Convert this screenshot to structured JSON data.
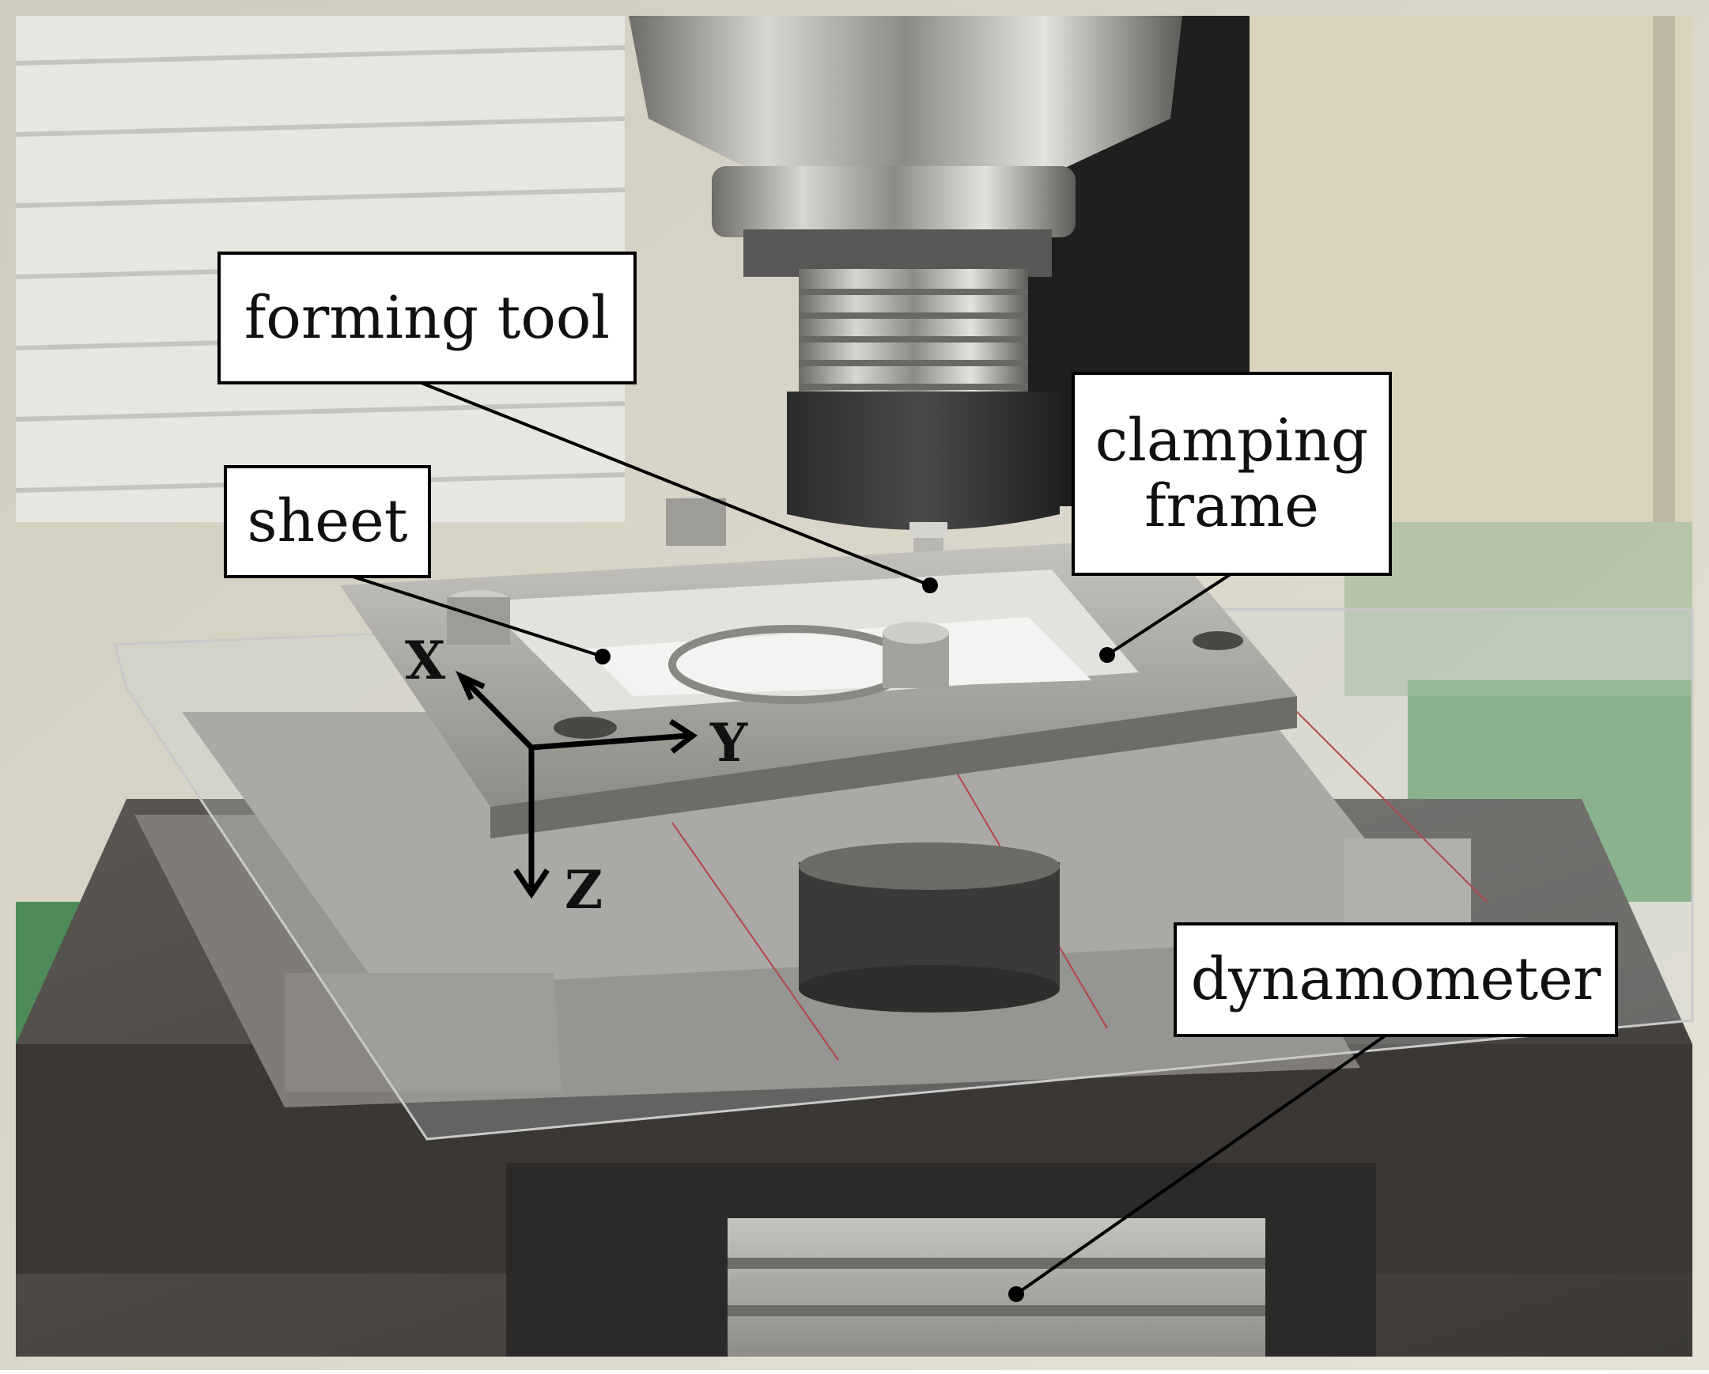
{
  "labels": {
    "forming_tool": "forming tool",
    "sheet": "sheet",
    "clamping_frame_line1": "clamping",
    "clamping_frame_line2": "frame",
    "dynamometer": "dynamometer"
  },
  "axes": {
    "x": "X",
    "y": "Y",
    "z": "Z"
  },
  "colors": {
    "steel": "#a9a9a5",
    "dark_plate": "#4a4744",
    "green_machine": "#4f8a5a",
    "wall": "#d8d4c6",
    "label_border": "#000000"
  }
}
